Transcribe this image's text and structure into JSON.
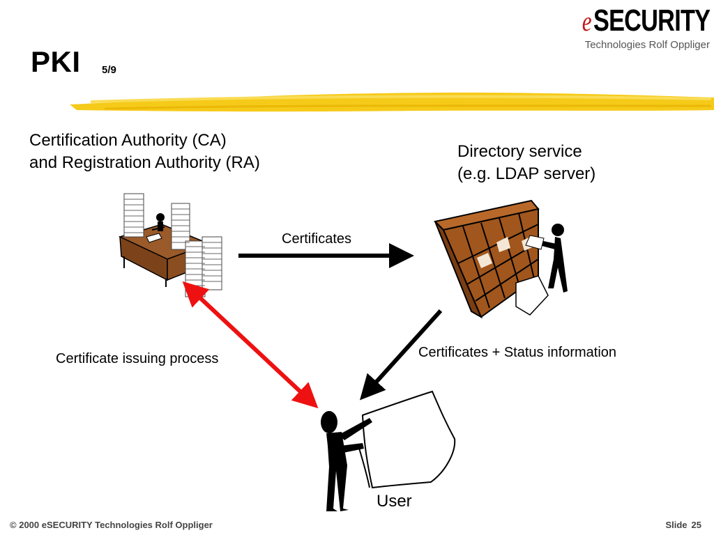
{
  "header": {
    "title": "PKI",
    "page_indicator": "5/9",
    "logo_letter": "e",
    "logo_word": "SECURITY",
    "logo_subtitle": "Technologies Rolf Oppliger"
  },
  "diagram": {
    "ca_label_line1": "Certification Authority (CA)",
    "ca_label_line2": "and Registration Authority (RA)",
    "directory_label_line1": "Directory service",
    "directory_label_line2": "(e.g. LDAP server)",
    "arrow_certificates": "Certificates",
    "arrow_status": "Certificates + Status information",
    "arrow_issuing": "Certificate issuing process",
    "user_label": "User"
  },
  "footer": {
    "copyright_symbol": "©",
    "copyright_text": "2000 eSECURITY Technologies Rolf Oppliger",
    "slide_label": "Slide",
    "slide_number": "25"
  },
  "colors": {
    "highlighter": "#f5c400",
    "arrow_black": "#000000",
    "arrow_red": "#ee1111",
    "shelf_brown": "#a0561c",
    "desk_brown": "#9a5a2a",
    "logo_e": "#c01818"
  }
}
